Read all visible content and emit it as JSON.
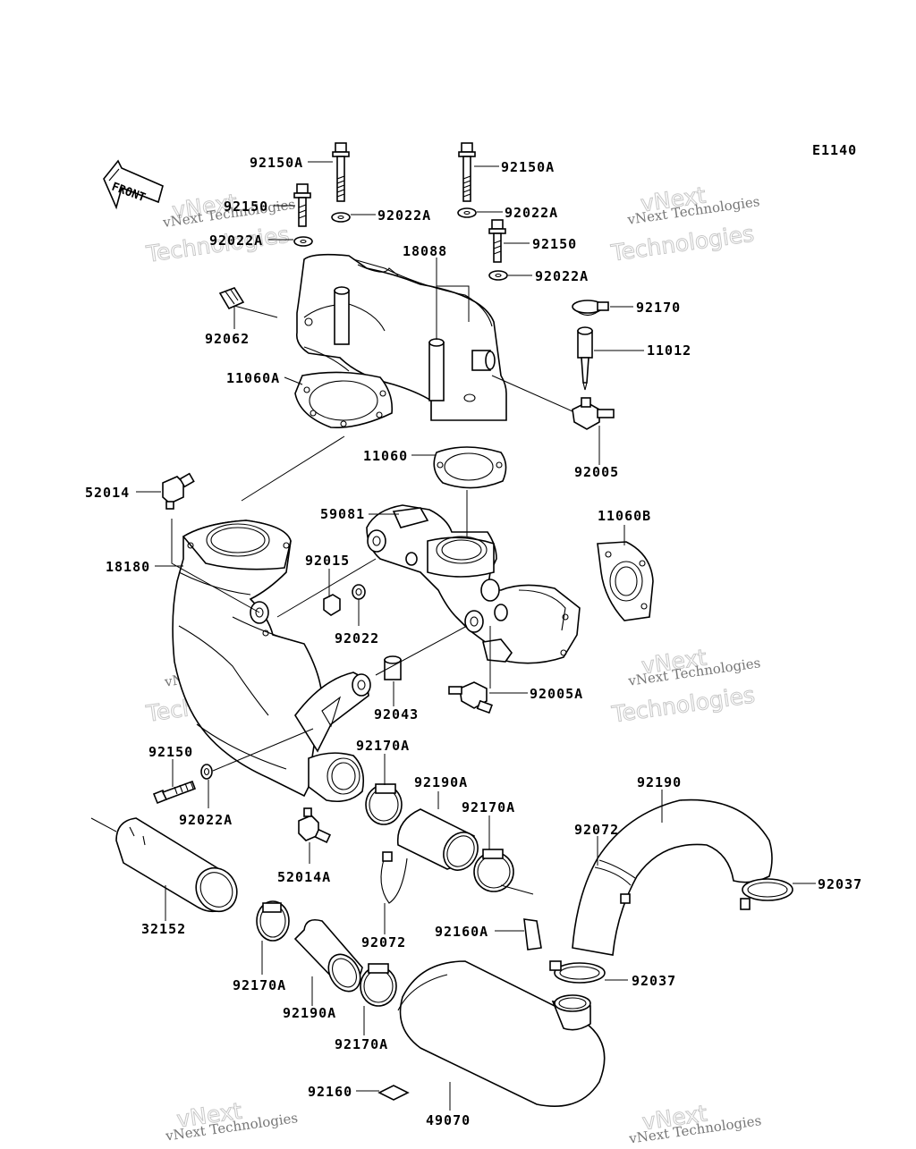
{
  "diagram": {
    "code": "E1140",
    "front_label": "FRONT",
    "watermark": {
      "line1": "vNext Technologies",
      "line2": "vNext",
      "line3": "Technologies"
    },
    "labels": {
      "l_92150A_1": "92150A",
      "l_92150A_2": "92150A",
      "l_92150_1": "92150",
      "l_92022A_1": "92022A",
      "l_92022A_2": "92022A",
      "l_92022A_3": "92022A",
      "l_92150_2": "92150",
      "l_18088": "18088",
      "l_92022A_4": "92022A",
      "l_92170": "92170",
      "l_92062": "92062",
      "l_11012": "11012",
      "l_11060A": "11060A",
      "l_92005": "92005",
      "l_11060": "11060",
      "l_52014": "52014",
      "l_59081": "59081",
      "l_11060B": "11060B",
      "l_92015": "92015",
      "l_18180": "18180",
      "l_92022": "92022",
      "l_92005A": "92005A",
      "l_92043": "92043",
      "l_92150_3": "92150",
      "l_92170A_1": "92170A",
      "l_92190A_1": "92190A",
      "l_92190": "92190",
      "l_92022A_5": "92022A",
      "l_92170A_2": "92170A",
      "l_92072_1": "92072",
      "l_52014A": "52014A",
      "l_92037_1": "92037",
      "l_32152": "32152",
      "l_92160A": "92160A",
      "l_92072_2": "92072",
      "l_92037_2": "92037",
      "l_92170A_3": "92170A",
      "l_92190A_2": "92190A",
      "l_92170A_4": "92170A",
      "l_92160": "92160",
      "l_49070": "49070"
    }
  }
}
